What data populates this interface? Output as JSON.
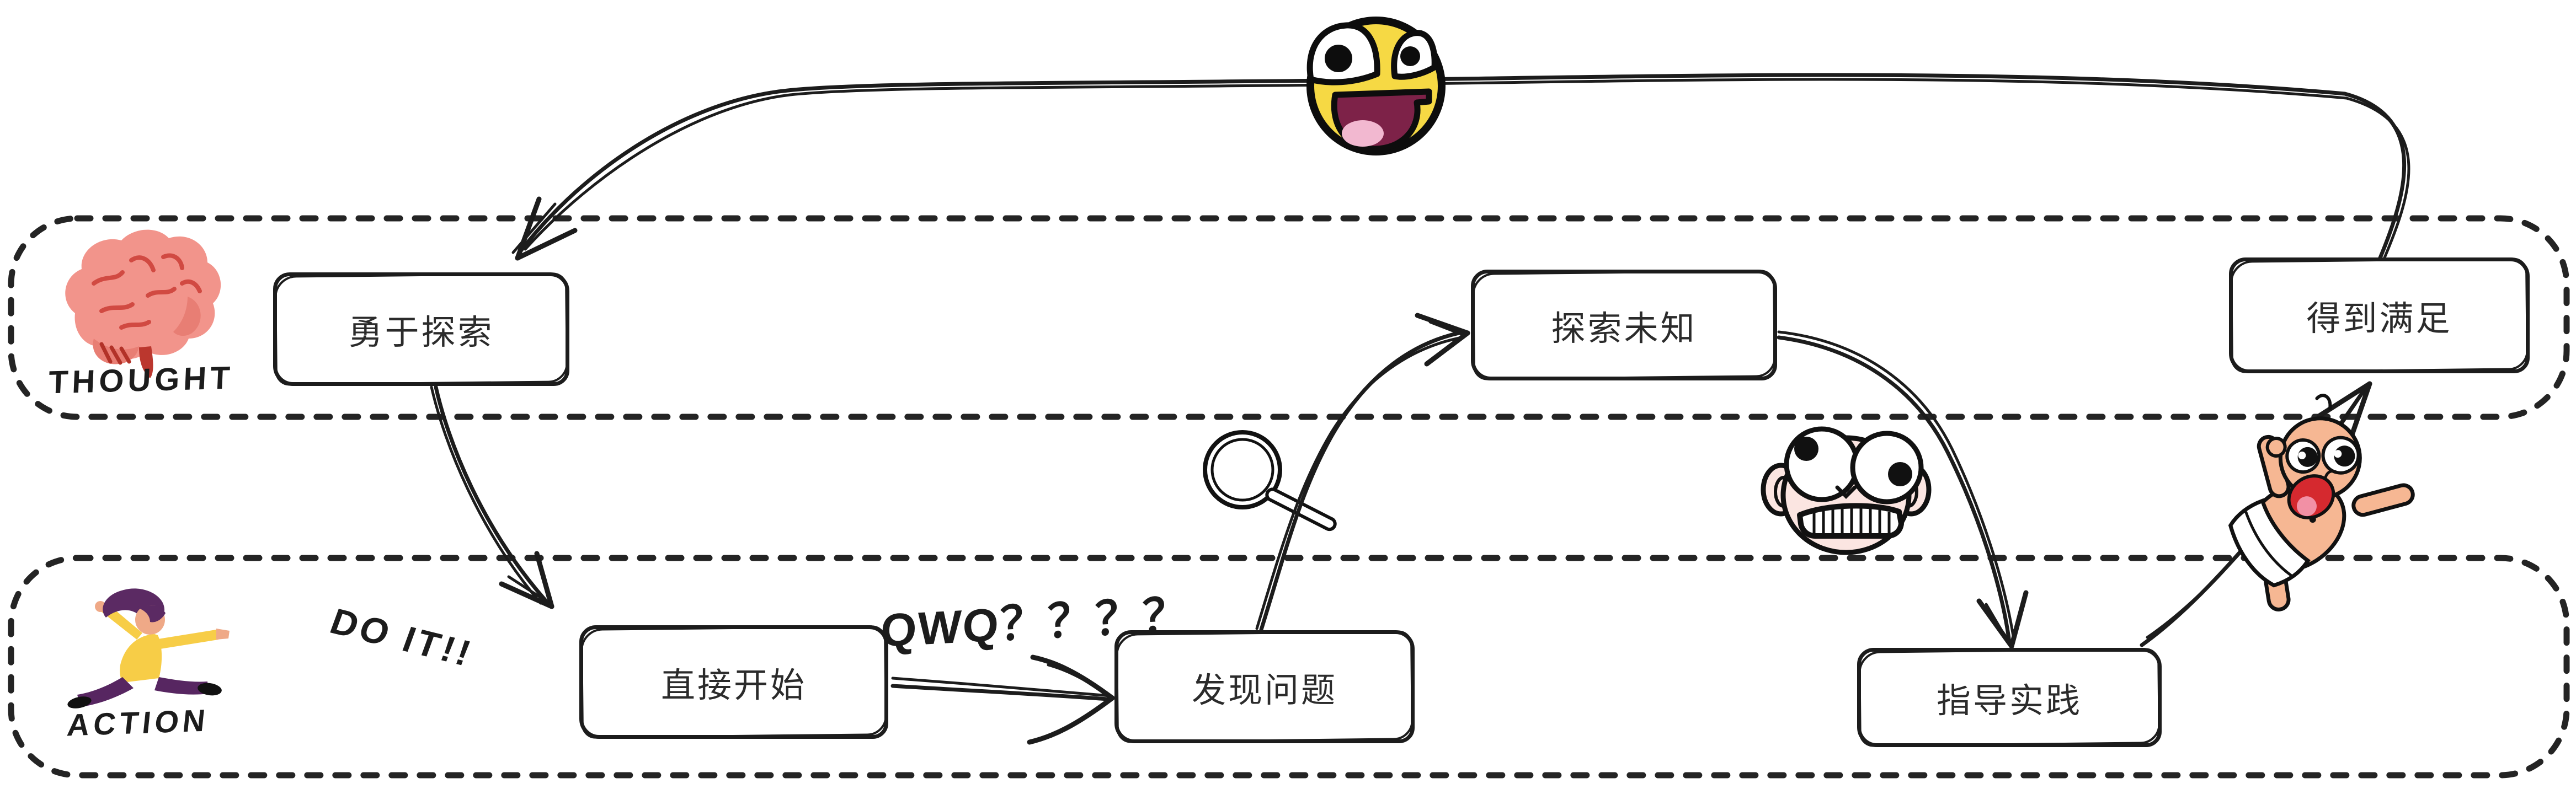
{
  "canvas": {
    "kind": "hand-drawn flow diagram with two swimlanes",
    "background": "#ffffff",
    "ink": "#1c1c1c"
  },
  "lanes": [
    {
      "id": "thought",
      "label": "THOUGHT",
      "icon": "brain-icon"
    },
    {
      "id": "action",
      "label": "ACTION",
      "icon": "running-person-icon"
    }
  ],
  "nodes": [
    {
      "id": "explore-bravely",
      "label": "勇于探索",
      "lane": "thought"
    },
    {
      "id": "start-directly",
      "label": "直接开始",
      "lane": "action"
    },
    {
      "id": "find-problems",
      "label": "发现问题",
      "lane": "action"
    },
    {
      "id": "explore-unknown",
      "label": "探索未知",
      "lane": "thought"
    },
    {
      "id": "guide-practice",
      "label": "指导实践",
      "lane": "action"
    },
    {
      "id": "get-satisfaction",
      "label": "得到满足",
      "lane": "thought"
    }
  ],
  "edges": [
    {
      "from": "get-satisfaction",
      "to": "explore-bravely",
      "note": "long loop over the top, passes behind smiley"
    },
    {
      "from": "explore-bravely",
      "to": "start-directly"
    },
    {
      "from": "start-directly",
      "to": "find-problems"
    },
    {
      "from": "find-problems",
      "to": "explore-unknown",
      "note": "passes magnifier icon"
    },
    {
      "from": "explore-unknown",
      "to": "guide-practice"
    },
    {
      "from": "guide-practice",
      "to": "get-satisfaction",
      "note": "passes behind baby icon"
    }
  ],
  "annotations": [
    {
      "id": "do-it",
      "text": "DO IT!!"
    },
    {
      "id": "qwq",
      "text": "QWQ？？？？"
    }
  ],
  "icons": [
    "awesome-smiley-icon",
    "brain-icon",
    "running-person-icon",
    "magnifier-icon",
    "crazy-face-icon",
    "happy-baby-icon"
  ],
  "colors": {
    "smiley_yellow": "#F6D944",
    "smiley_mouth": "#7D2248",
    "smiley_tongue": "#F2B8D0",
    "brain_pink": "#F2948B",
    "brain_dark": "#D14A42",
    "face_pale_pink": "#FBE5E1",
    "baby_skin": "#F6B793",
    "baby_mouth": "#D5292F",
    "shirt_yellow": "#F7CD47",
    "pants_purple": "#572661"
  }
}
